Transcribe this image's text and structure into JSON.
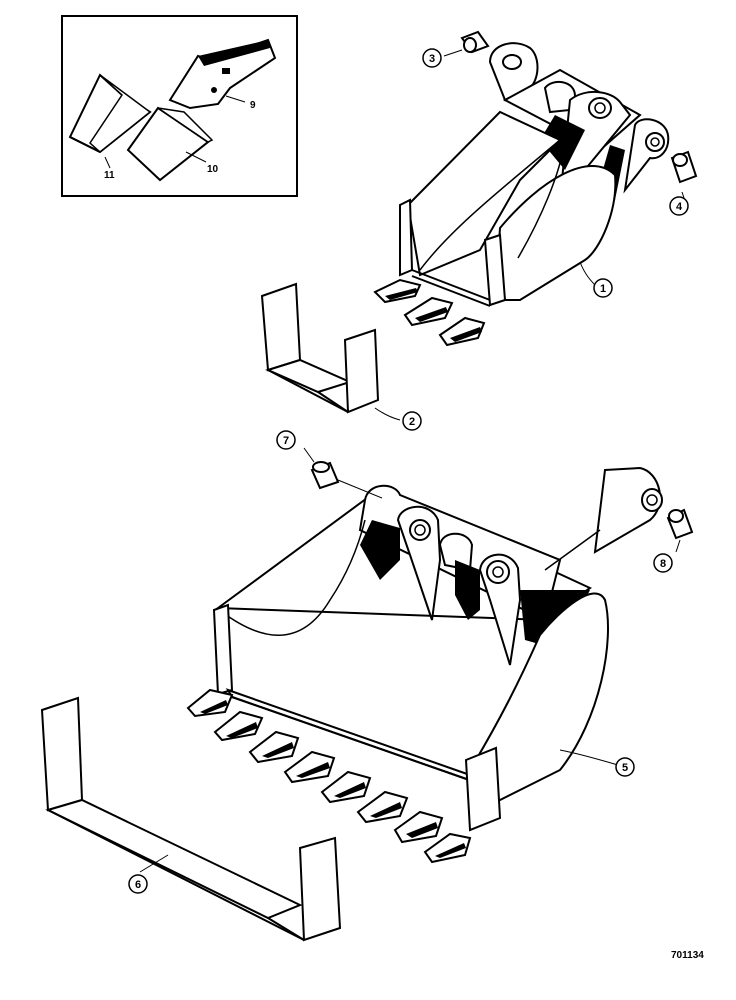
{
  "callouts": {
    "c1": "1",
    "c2": "2",
    "c3": "3",
    "c4": "4",
    "c5": "5",
    "c6": "6",
    "c7": "7",
    "c8": "8",
    "c9": "9",
    "c10": "10",
    "c11": "11"
  },
  "drawing_number": "701134"
}
